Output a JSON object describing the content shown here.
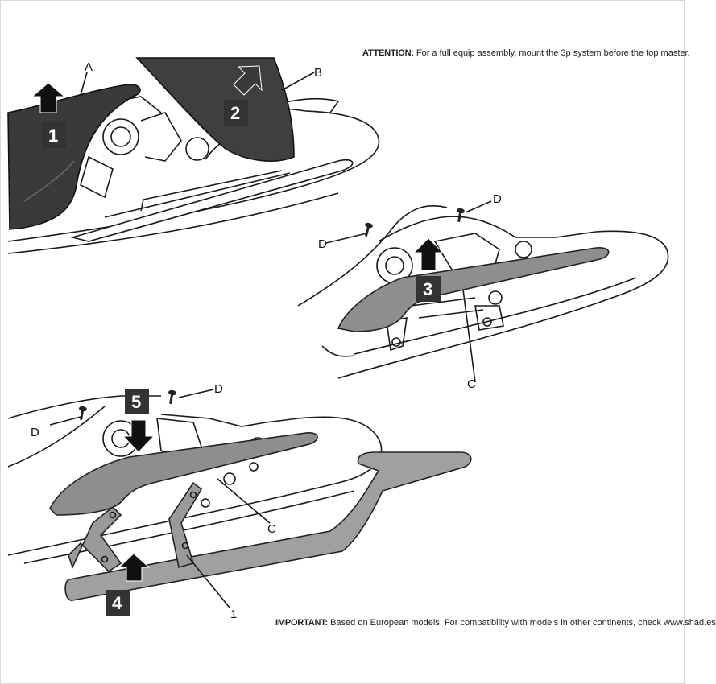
{
  "attention": {
    "label": "ATTENTION:",
    "text": "For a full equip assembly, mount the 3p system before the top master."
  },
  "important": {
    "label": "IMPORTANT:",
    "text": "Based on European models. For compatibility with models in other continents, check www.shad.es"
  },
  "labels": {
    "A": "A",
    "B": "B",
    "C": "C",
    "D": "D",
    "one": "1"
  },
  "steps": [
    "1",
    "2",
    "3",
    "4",
    "5"
  ],
  "colors": {
    "line": "#1a1a1a",
    "seat": "#3a3a3a",
    "part": "#8e8e8e",
    "step_bg": "#333333"
  },
  "icons": {
    "arrow_up": "arrow-up-icon",
    "arrow_diag": "arrow-diagonal-icon",
    "arrow_down": "arrow-down-icon",
    "screw": "screw-icon"
  }
}
